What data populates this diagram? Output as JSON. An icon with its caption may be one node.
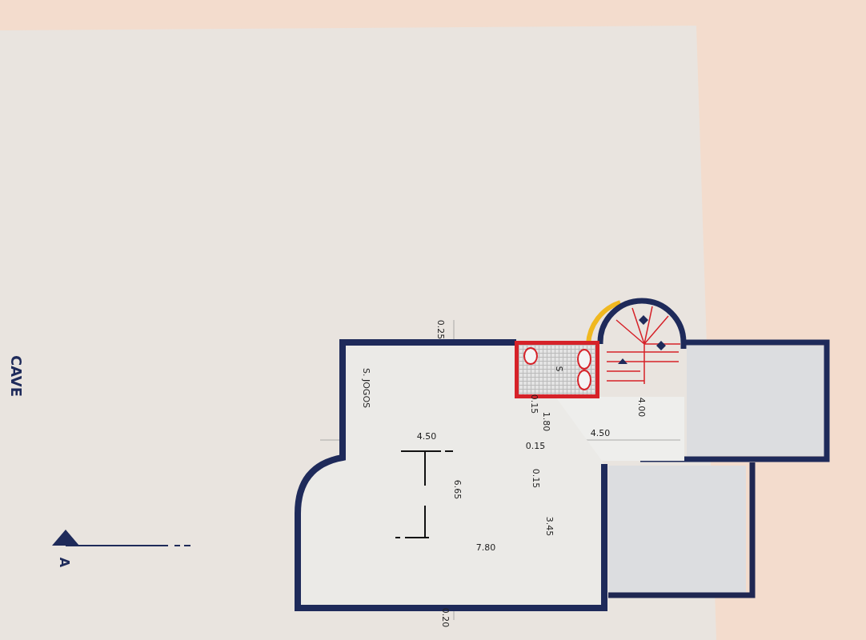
{
  "diagram": {
    "nodes": [
      {
        "text": [
          "S. JOGOS"
        ]
      },
      {
        "text": [
          "S"
        ]
      }
    ],
    "edges": [],
    "labels": [
      "CAVE",
      "0.25",
      "4.50",
      "0.15",
      "1.80",
      "4.00",
      "4.50",
      "0.15",
      "0.15",
      "6.65",
      "3.45",
      "7.80",
      "0.20",
      "A"
    ]
  }
}
